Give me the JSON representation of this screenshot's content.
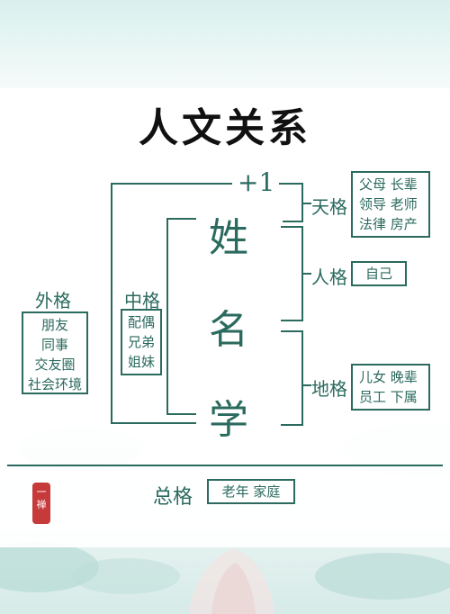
{
  "title": "人文关系",
  "name_chars": [
    "姓",
    "名",
    "学"
  ],
  "plus_one": "+1",
  "grids": {
    "tian": {
      "label": "天格",
      "lines": [
        "父母  长辈",
        "领导  老师",
        "法律  房产"
      ]
    },
    "ren": {
      "label": "人格",
      "lines": [
        "自己"
      ]
    },
    "di": {
      "label": "地格",
      "lines": [
        "儿女  晚辈",
        "员工  下属"
      ]
    },
    "zhong": {
      "label": "中格",
      "lines": [
        "配偶",
        "兄弟",
        "姐妹"
      ]
    },
    "wai": {
      "label": "外格",
      "lines": [
        "朋友",
        "同事",
        "交友圈",
        "社会环境"
      ]
    },
    "zong": {
      "label": "总格",
      "lines": [
        "老年  家庭"
      ]
    }
  },
  "seal_text": "一禅",
  "colors": {
    "accent": "#2b6a5e",
    "title": "#111111",
    "seal": "#c63a3a"
  }
}
